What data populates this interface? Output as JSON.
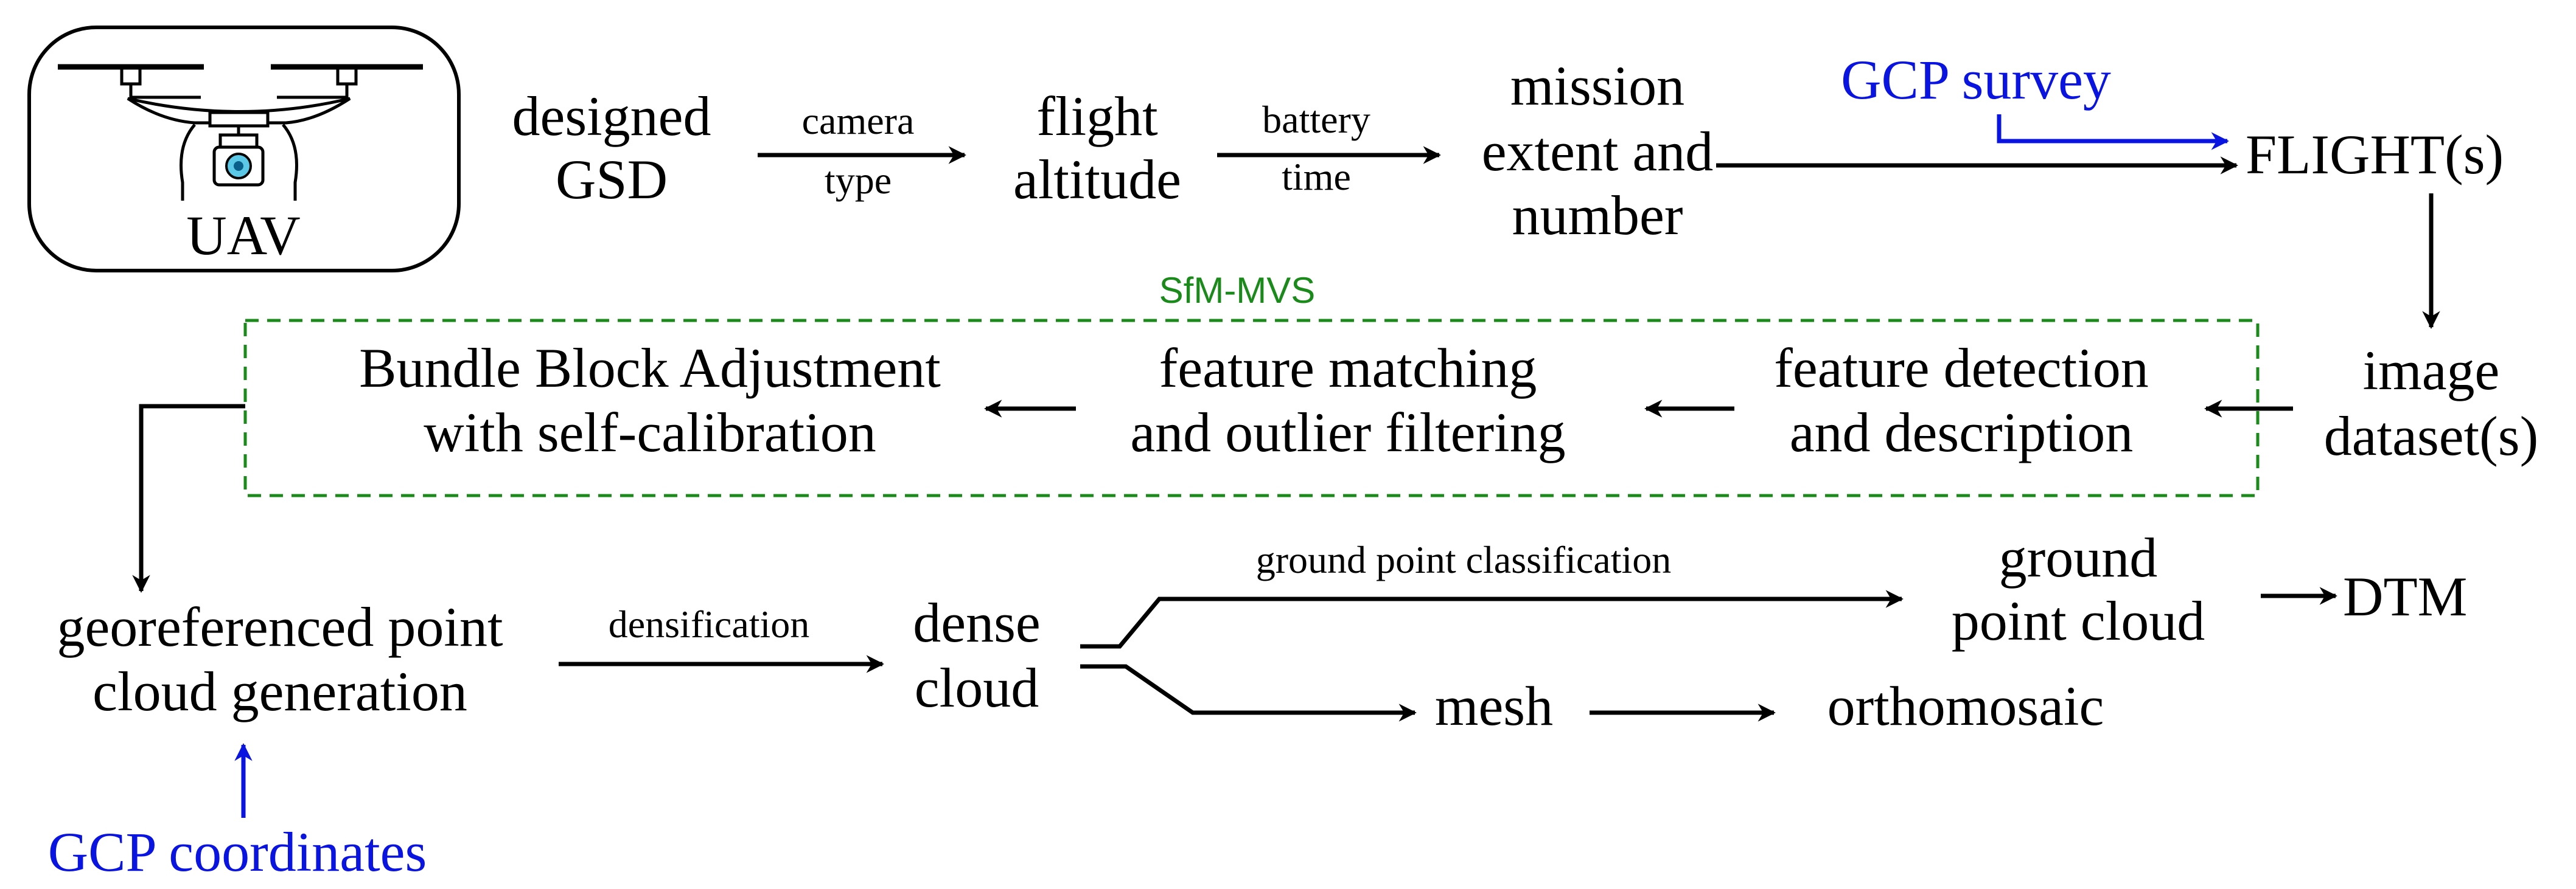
{
  "colors": {
    "text": "#000000",
    "accent_blue": "#0a14e0",
    "sfm_green": "#1a8a1a",
    "background": "#ffffff"
  },
  "uav": {
    "icon": "drone-icon",
    "label": "UAV"
  },
  "nodes": {
    "designed_gsd": [
      "designed",
      "GSD"
    ],
    "flight_altitude": [
      "flight",
      "altitude"
    ],
    "mission": [
      "mission",
      "extent and",
      "number"
    ],
    "flights": "FLIGHT(s)",
    "image_dataset": [
      "image",
      "dataset(s)"
    ],
    "feature_detection": [
      "feature detection",
      "and description"
    ],
    "feature_matching": [
      "feature matching",
      "and outlier filtering"
    ],
    "bba": [
      "Bundle Block Adjustment",
      "with self-calibration"
    ],
    "georef": [
      "georeferenced point",
      "cloud generation"
    ],
    "dense_cloud": [
      "dense",
      "cloud"
    ],
    "ground_point_cloud": [
      "ground",
      "point cloud"
    ],
    "dtm": "DTM",
    "mesh": "mesh",
    "orthomosaic": "orthomosaic"
  },
  "edge_labels": {
    "camera_type": [
      "camera",
      "type"
    ],
    "battery_time": [
      "battery",
      "time"
    ],
    "densification": "densification",
    "ground_classification": "ground point classification"
  },
  "inputs": {
    "gcp_survey": "GCP survey",
    "gcp_coordinates": "GCP coordinates"
  },
  "sfm_group": {
    "label": "SfM-MVS"
  }
}
